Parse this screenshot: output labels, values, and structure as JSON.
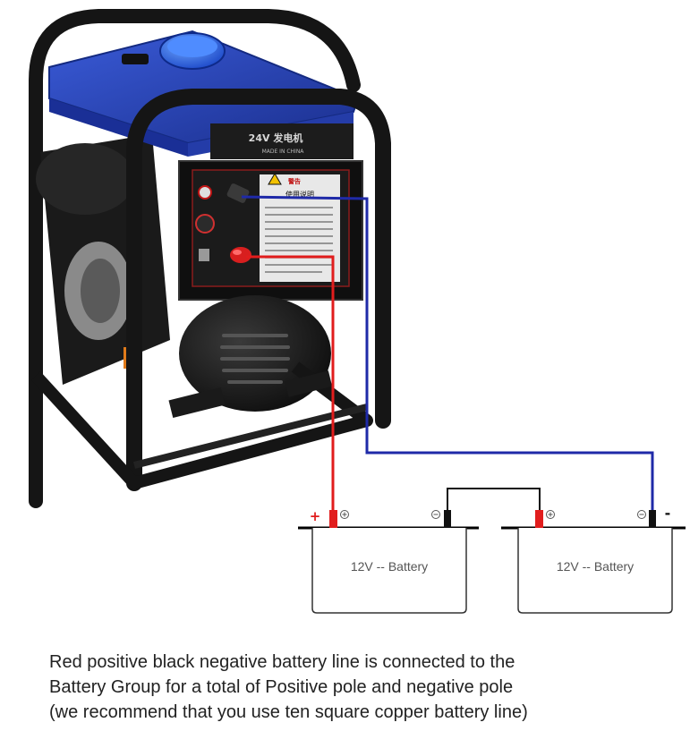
{
  "generator": {
    "panel_title": "24V 发电机",
    "panel_subtitle": "MADE IN CHINA",
    "warning_title": "警告",
    "warning_subtitle": "使用说明"
  },
  "batteries": [
    {
      "label": "12V -- Battery"
    },
    {
      "label": "12V -- Battery"
    }
  ],
  "terminals": {
    "positive_sign": "+",
    "negative_sign": "-"
  },
  "wire_colors": {
    "positive": "#e11d1d",
    "negative": "#1f2aa8",
    "link": "#111111"
  },
  "caption": {
    "line1": "Red positive black negative battery line is connected to the",
    "line2": "Battery Group for a total of Positive pole and negative pole",
    "line3": "(we recommend that you use ten square copper battery line)"
  }
}
